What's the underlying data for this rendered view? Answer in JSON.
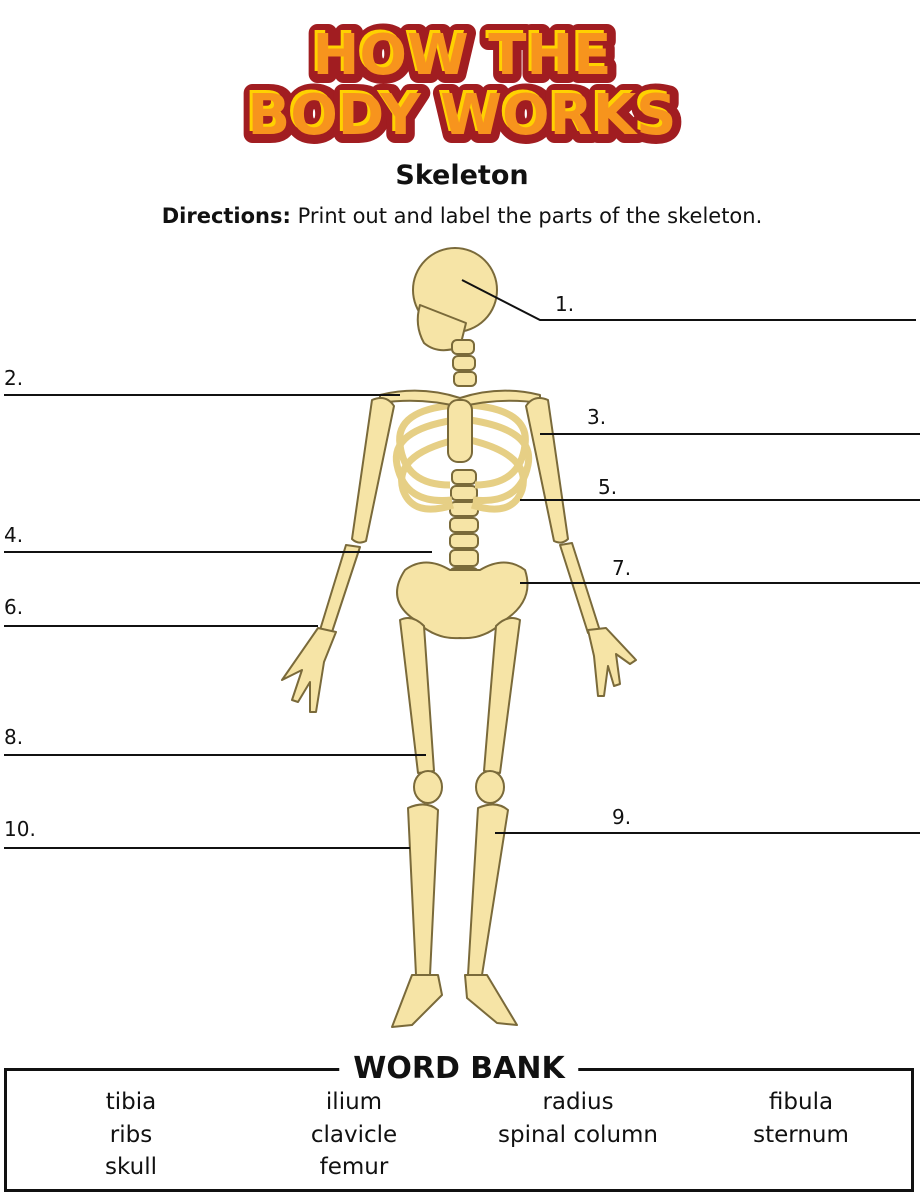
{
  "header": {
    "logo_text_line1": "HOW THE",
    "logo_text_line2": "BODY WORKS",
    "title": "Skeleton",
    "directions_label": "Directions:",
    "directions_text": " Print out and label the parts of the skeleton."
  },
  "labels": [
    "1.",
    "2.",
    "3.",
    "4.",
    "5.",
    "6.",
    "7.",
    "8.",
    "9.",
    "10."
  ],
  "word_bank": {
    "title": "WORD BANK",
    "words": [
      "tibia",
      "ilium",
      "radius",
      "fibula",
      "ribs",
      "clavicle",
      "spinal column",
      "sternum",
      "skull",
      "femur"
    ]
  },
  "colors": {
    "logo_fill": "#f7941d",
    "logo_highlight": "#ffd200",
    "logo_outline": "#a11d21",
    "bone": "#f6e4a6",
    "bone_outline": "#7a6a3a"
  }
}
